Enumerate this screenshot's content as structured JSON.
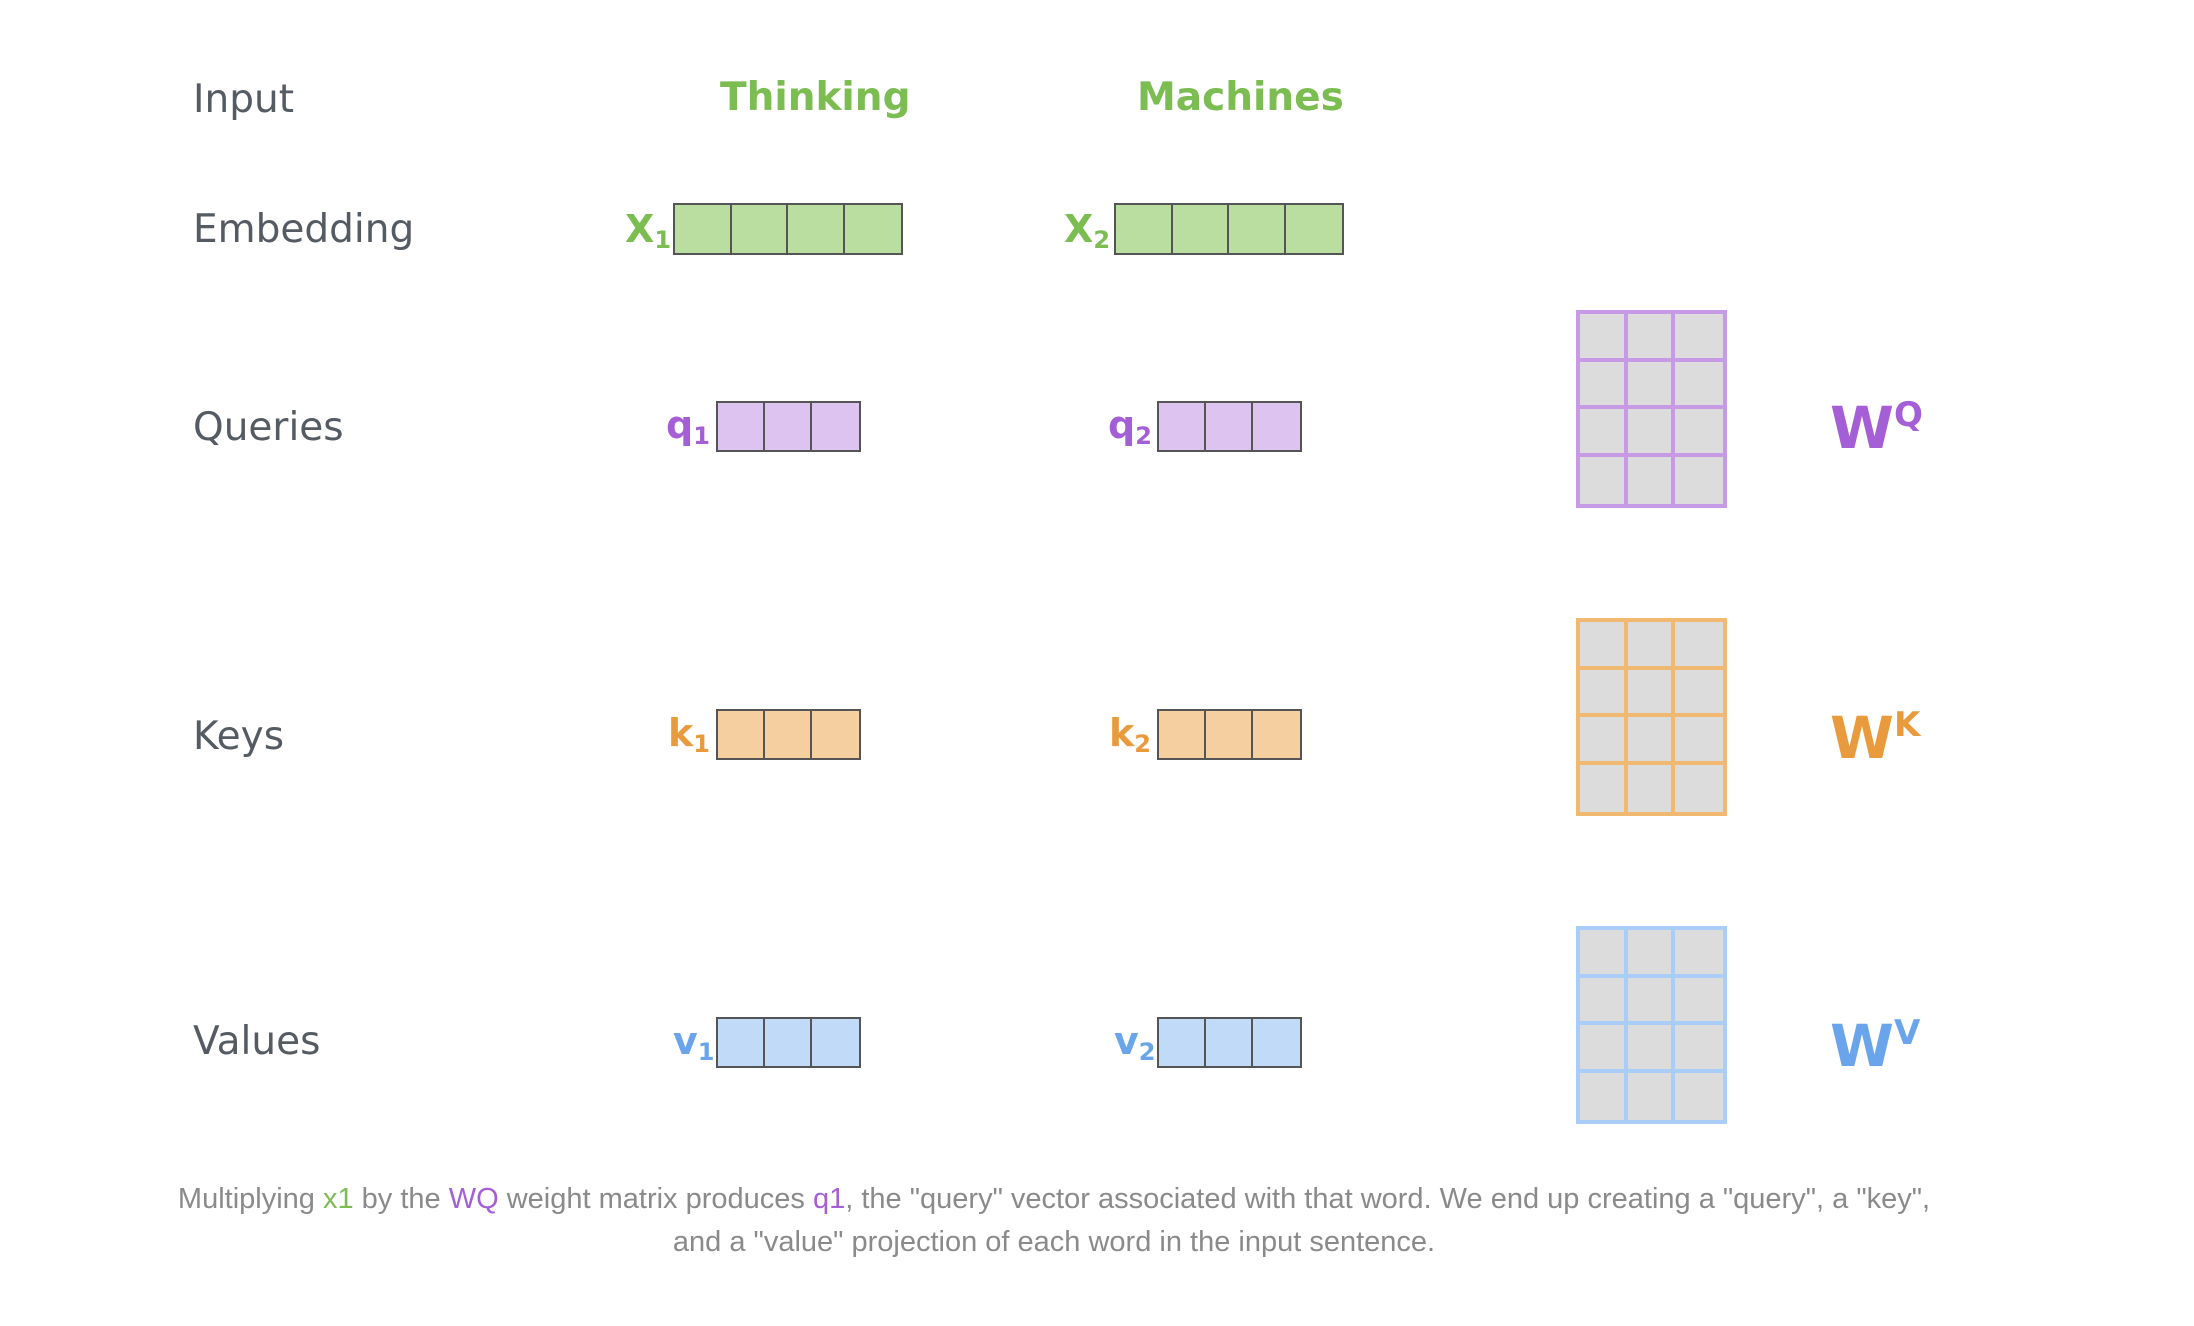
{
  "rows": {
    "input": "Input",
    "embedding": "Embedding",
    "queries": "Queries",
    "keys": "Keys",
    "values": "Values"
  },
  "words": [
    "Thinking",
    "Machines"
  ],
  "labels": {
    "x1": {
      "base": "X",
      "sub": "1"
    },
    "x2": {
      "base": "X",
      "sub": "2"
    },
    "q1": {
      "base": "q",
      "sub": "1"
    },
    "q2": {
      "base": "q",
      "sub": "2"
    },
    "k1": {
      "base": "k",
      "sub": "1"
    },
    "k2": {
      "base": "k",
      "sub": "2"
    },
    "v1": {
      "base": "v",
      "sub": "1"
    },
    "v2": {
      "base": "v",
      "sub": "2"
    }
  },
  "weights": {
    "wq": {
      "base": "W",
      "sup": "Q"
    },
    "wk": {
      "base": "W",
      "sup": "K"
    },
    "wv": {
      "base": "W",
      "sup": "V"
    }
  },
  "colors": {
    "embedding": "#7cbd52",
    "embedding_fill": "#b9dea0",
    "query": "#a55fd6",
    "query_fill": "#dcc3f0",
    "query_border": "#c79ae6",
    "key": "#e89a3c",
    "key_fill": "#f6cfa0",
    "key_border": "#f0b870",
    "value": "#6aa5ec",
    "value_fill": "#c0daf7",
    "value_border": "#a9cdf6"
  },
  "caption": {
    "p1": "Multiplying ",
    "x1": "x1",
    "p2": " by the ",
    "wq": "WQ",
    "p3": " weight matrix produces ",
    "q1": "q1",
    "p4": ", the \"query\" vector associated with that word. We end up creating a \"query\", a \"key\",",
    "line2": "and a \"value\" projection of each word in the input sentence."
  }
}
